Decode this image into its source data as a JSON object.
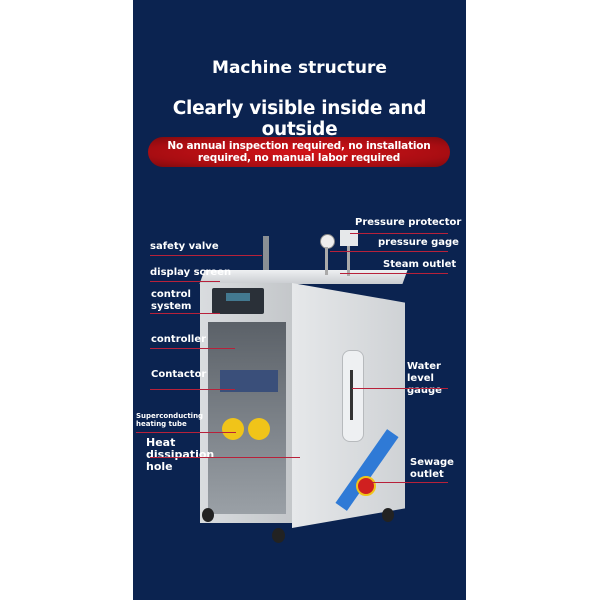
{
  "header": {
    "title": "Machine structure",
    "subtitle": "Clearly visible inside and outside"
  },
  "banner": {
    "text": "No annual inspection required, no installation required, no manual labor required"
  },
  "labels_left": [
    "safety valve",
    "display screen",
    "control system",
    "controller",
    "Contactor",
    "Superconducting heating tube",
    "Heat dissipation hole"
  ],
  "labels_right": [
    "Pressure protector",
    "pressure gage",
    "Steam outlet",
    "Water level gauge",
    "Sewage outlet"
  ],
  "colors": {
    "background": "#0b2350",
    "banner": "#c01116",
    "leader_line": "#b8213a"
  }
}
